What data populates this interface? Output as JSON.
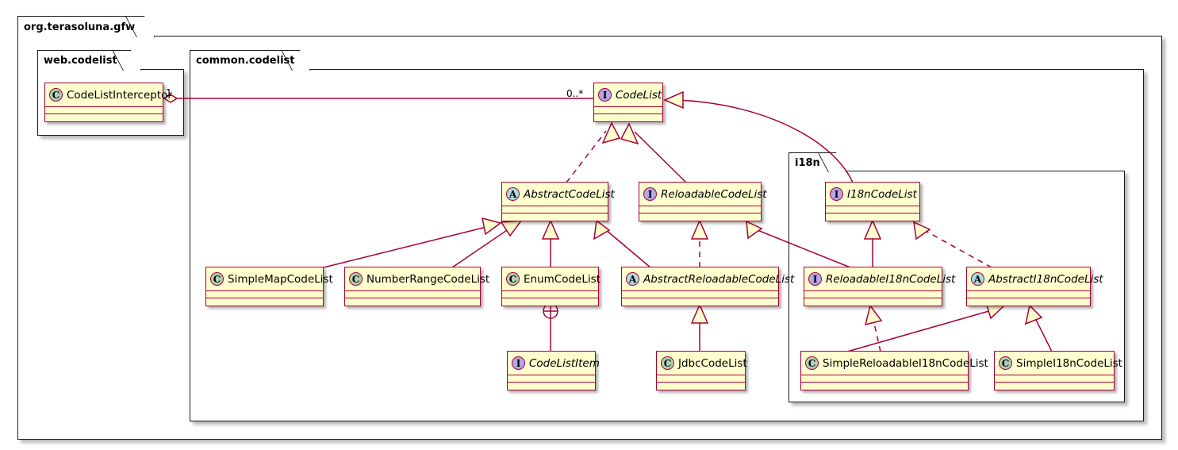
{
  "diagram": {
    "type": "uml-class-diagram",
    "colors": {
      "node_fill": "#FEFECE",
      "node_border": "#A80036",
      "class_icon": "#ADD1B2",
      "interface_icon": "#B4A7E5",
      "abstract_icon": "#A9DCDF",
      "package_border": "#1A1A1A",
      "background": "#FFFFFF"
    }
  },
  "packages": [
    {
      "id": "root",
      "label": "org.terasoluna.gfw"
    },
    {
      "id": "web",
      "label": "web.codelist"
    },
    {
      "id": "common",
      "label": "common.codelist"
    },
    {
      "id": "i18n",
      "label": "i18n"
    }
  ],
  "nodes": [
    {
      "id": "codeListInterceptor",
      "label": "CodeListInterceptor",
      "stereotype": "C",
      "icon": "class-icon",
      "abstract": false,
      "package": "web"
    },
    {
      "id": "codeList",
      "label": "CodeList",
      "stereotype": "I",
      "icon": "interface-icon",
      "abstract": true,
      "package": "common"
    },
    {
      "id": "abstractCodeList",
      "label": "AbstractCodeList",
      "stereotype": "A",
      "icon": "abstract-icon",
      "abstract": true,
      "package": "common"
    },
    {
      "id": "reloadableCodeList",
      "label": "ReloadableCodeList",
      "stereotype": "I",
      "icon": "interface-icon",
      "abstract": true,
      "package": "common"
    },
    {
      "id": "i18nCodeList",
      "label": "I18nCodeList",
      "stereotype": "I",
      "icon": "interface-icon",
      "abstract": true,
      "package": "i18n"
    },
    {
      "id": "simpleMapCodeList",
      "label": "SimpleMapCodeList",
      "stereotype": "C",
      "icon": "class-icon",
      "abstract": false,
      "package": "common"
    },
    {
      "id": "numberRangeCodeList",
      "label": "NumberRangeCodeList",
      "stereotype": "C",
      "icon": "class-icon",
      "abstract": false,
      "package": "common"
    },
    {
      "id": "enumCodeList",
      "label": "EnumCodeList",
      "stereotype": "C",
      "icon": "class-icon",
      "abstract": false,
      "package": "common"
    },
    {
      "id": "abstractReloadableCodeList",
      "label": "AbstractReloadableCodeList",
      "stereotype": "A",
      "icon": "abstract-icon",
      "abstract": true,
      "package": "common"
    },
    {
      "id": "reloadableI18nCodeList",
      "label": "ReloadableI18nCodeList",
      "stereotype": "I",
      "icon": "interface-icon",
      "abstract": true,
      "package": "i18n"
    },
    {
      "id": "abstractI18nCodeList",
      "label": "AbstractI18nCodeList",
      "stereotype": "A",
      "icon": "abstract-icon",
      "abstract": true,
      "package": "i18n"
    },
    {
      "id": "codeListItem",
      "label": "CodeListItem",
      "stereotype": "I",
      "icon": "interface-icon",
      "abstract": true,
      "package": "common"
    },
    {
      "id": "jdbcCodeList",
      "label": "JdbcCodeList",
      "stereotype": "C",
      "icon": "class-icon",
      "abstract": false,
      "package": "common"
    },
    {
      "id": "simpleReloadableI18nCodeList",
      "label": "SimpleReloadableI18nCodeList",
      "stereotype": "C",
      "icon": "class-icon",
      "abstract": false,
      "package": "i18n"
    },
    {
      "id": "simpleI18nCodeList",
      "label": "SimpleI18nCodeList",
      "stereotype": "C",
      "icon": "class-icon",
      "abstract": false,
      "package": "i18n"
    }
  ],
  "edges": [
    {
      "from": "codeListInterceptor",
      "to": "codeList",
      "kind": "aggregation",
      "source_multiplicity": "1",
      "target_multiplicity": "0..*"
    },
    {
      "from": "abstractCodeList",
      "to": "codeList",
      "kind": "realization"
    },
    {
      "from": "reloadableCodeList",
      "to": "codeList",
      "kind": "generalization"
    },
    {
      "from": "i18nCodeList",
      "to": "codeList",
      "kind": "generalization"
    },
    {
      "from": "simpleMapCodeList",
      "to": "abstractCodeList",
      "kind": "generalization"
    },
    {
      "from": "numberRangeCodeList",
      "to": "abstractCodeList",
      "kind": "generalization"
    },
    {
      "from": "enumCodeList",
      "to": "abstractCodeList",
      "kind": "generalization"
    },
    {
      "from": "abstractReloadableCodeList",
      "to": "abstractCodeList",
      "kind": "generalization"
    },
    {
      "from": "abstractReloadableCodeList",
      "to": "reloadableCodeList",
      "kind": "realization"
    },
    {
      "from": "reloadableI18nCodeList",
      "to": "reloadableCodeList",
      "kind": "generalization"
    },
    {
      "from": "reloadableI18nCodeList",
      "to": "i18nCodeList",
      "kind": "generalization"
    },
    {
      "from": "abstractI18nCodeList",
      "to": "i18nCodeList",
      "kind": "realization"
    },
    {
      "from": "enumCodeList",
      "to": "codeListItem",
      "kind": "nested"
    },
    {
      "from": "jdbcCodeList",
      "to": "abstractReloadableCodeList",
      "kind": "generalization"
    },
    {
      "from": "simpleReloadableI18nCodeList",
      "to": "reloadableI18nCodeList",
      "kind": "realization"
    },
    {
      "from": "simpleReloadableI18nCodeList",
      "to": "abstractI18nCodeList",
      "kind": "generalization"
    },
    {
      "from": "simpleI18nCodeList",
      "to": "abstractI18nCodeList",
      "kind": "generalization"
    }
  ],
  "labels": {
    "mult_one": "1",
    "mult_many": "0..*"
  }
}
